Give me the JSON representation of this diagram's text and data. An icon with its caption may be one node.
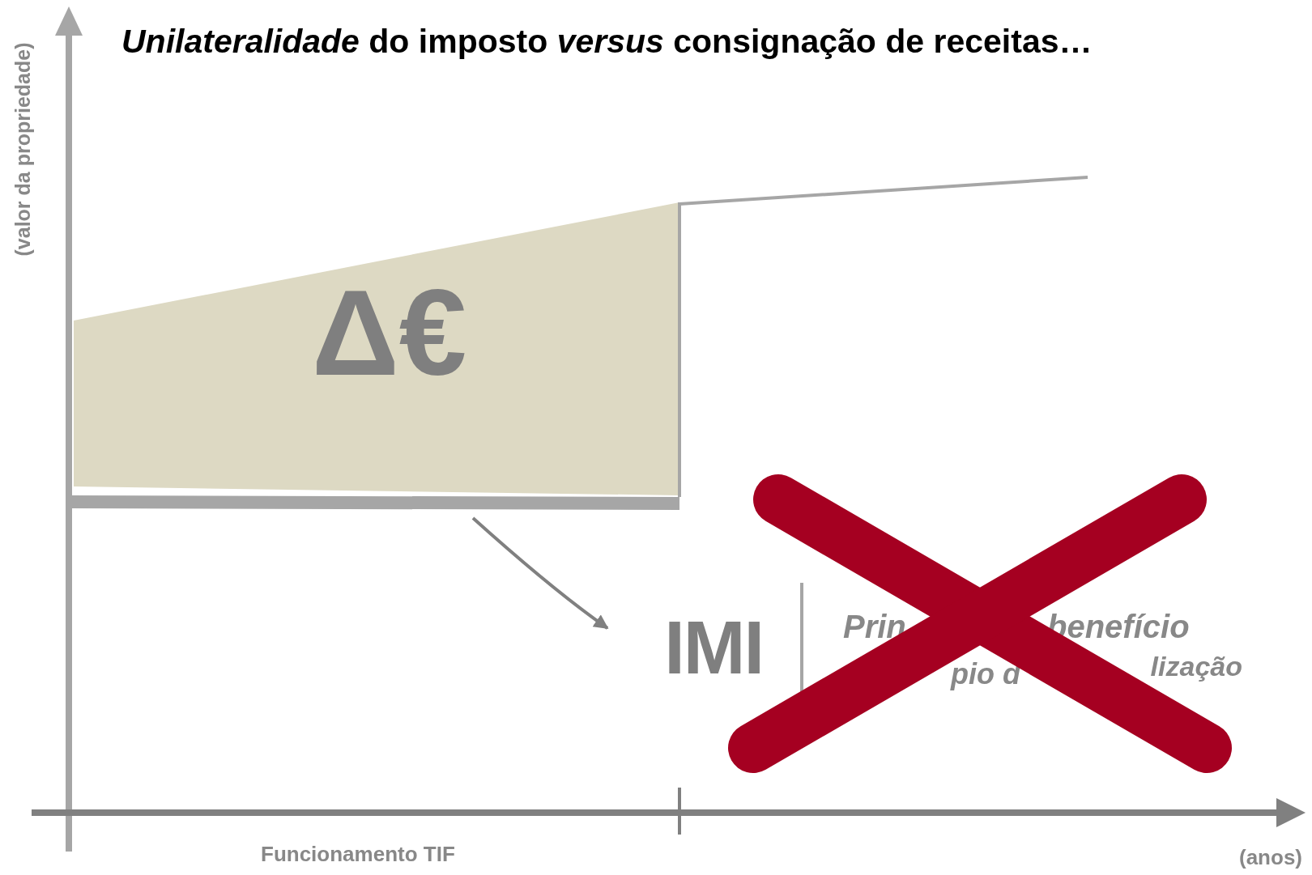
{
  "diagram": {
    "title": "*Unilateralidade* do imposto *versus* consignação de receitas…",
    "nodes": [
      {
        "text": [
          "Δ€"
        ]
      },
      {
        "text": [
          "IMI"
        ]
      }
    ],
    "edges": [
      {
        "from": 0,
        "to": 1,
        "arrow": "to"
      }
    ],
    "labels": [
      "(valor da propriedade)",
      "Prin",
      "benefício",
      "pio d",
      "lização",
      "Funcionamento TIF",
      "(anos)"
    ]
  }
}
